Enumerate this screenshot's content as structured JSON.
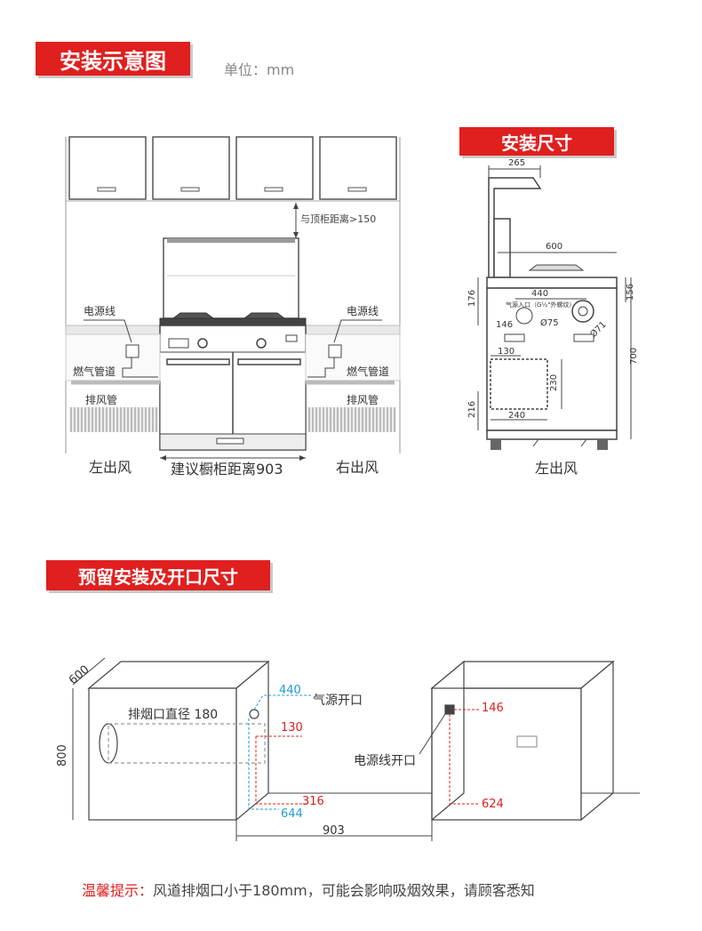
{
  "section1": {
    "title": "安装示意图",
    "unit": "单位：mm"
  },
  "front": {
    "clearance": "与顶柜距离>150",
    "power_left": "电源线",
    "power_right": "电源线",
    "gas_left": "燃气管道",
    "gas_right": "燃气管道",
    "duct_left": "排风管",
    "duct_right": "排风管",
    "left_outlet": "左出风",
    "right_outlet": "右出风",
    "width_note": "建议橱柜距离903"
  },
  "section2": {
    "title": "安装尺寸"
  },
  "side": {
    "d265": "265",
    "d600": "600",
    "d176": "176",
    "d440": "440",
    "d156": "156",
    "gas_inlet": "气源入口（G½\"外螺纹）",
    "phi75": "Ø75",
    "phi71": "Ø71",
    "d146": "146",
    "d700": "700",
    "d130": "130",
    "d230": "230",
    "d216": "216",
    "d240": "240",
    "outlet": "左出风"
  },
  "section3": {
    "title": "预留安装及开口尺寸"
  },
  "reserve": {
    "d600": "600",
    "d800": "800",
    "exhaust": "排烟口直径 180",
    "d440": "440",
    "gas_open": "气源开口",
    "d130": "130",
    "d316": "316",
    "d644": "644",
    "d903": "903",
    "d146": "146",
    "power_open": "电源线开口",
    "d624": "624"
  },
  "tip": {
    "label": "温馨提示：",
    "text": "风道排烟口小于180mm，可能会影响吸烟效果，请顾客悉知"
  }
}
